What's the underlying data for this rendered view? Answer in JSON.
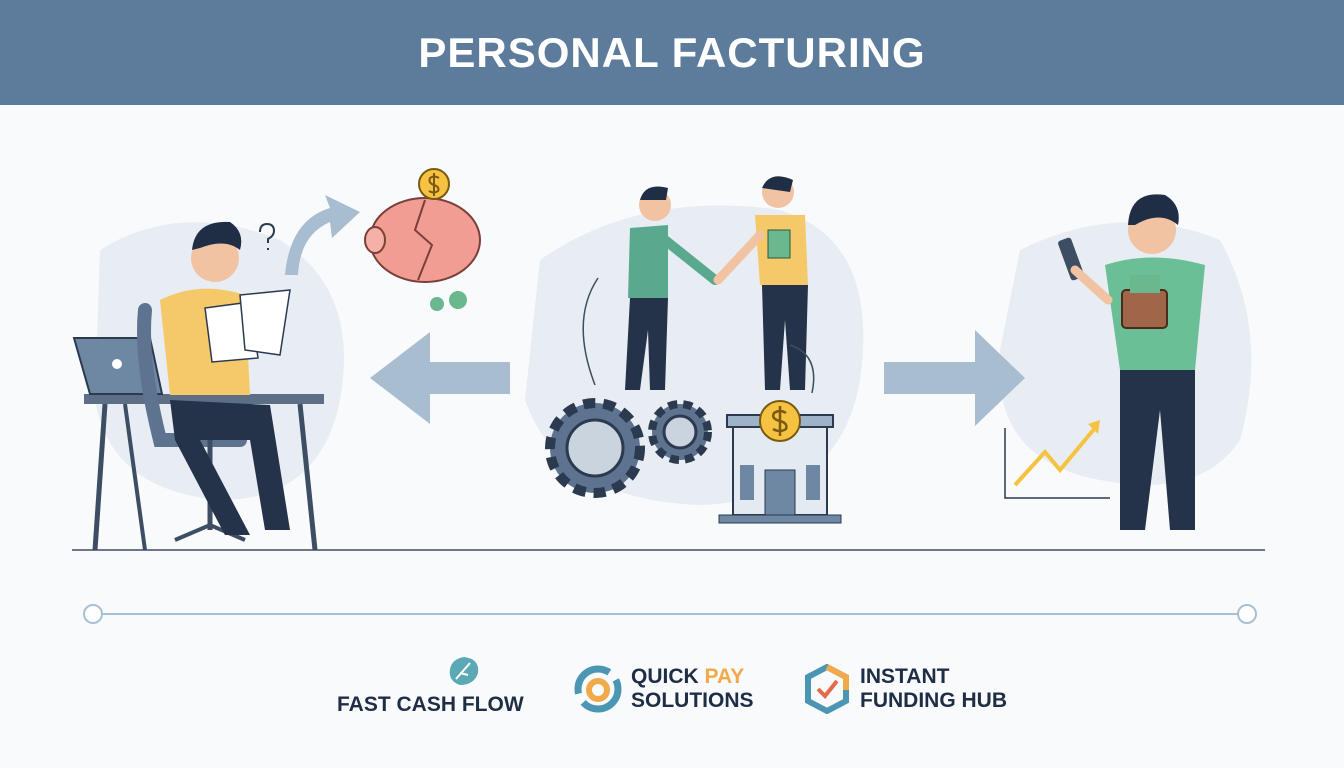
{
  "header": {
    "title": "PERSONAL FACTURING"
  },
  "logos": [
    {
      "name": "FAST CASH FLOW",
      "icon": "leaf-cycle-icon"
    },
    {
      "line1_a": "QUICK",
      "line1_b": "PAY",
      "line2": "SOLUTIONS",
      "icon": "spiral-icon"
    },
    {
      "line1": "INSTANT",
      "line2": "FUNDING HUB",
      "icon": "checkmark-shield-icon"
    }
  ],
  "colors": {
    "header": "#5d7c9c",
    "accent_orange": "#f2a94a",
    "accent_blue": "#5b8fb5",
    "teal": "#5aa99a",
    "navy": "#1f2d45"
  }
}
